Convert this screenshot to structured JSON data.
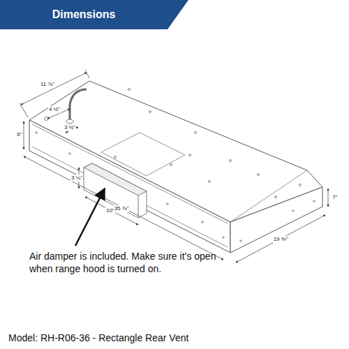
{
  "diagram": {
    "title": "Dimensions",
    "caption": "Model: RH-R06-36 - Rectangle Rear Vent",
    "labels": [
      "11 ⅞\"",
      "4 ½\"",
      "3 ½\"",
      "6\"",
      "3 ¼\"",
      "10\"",
      "35 ⅞\"",
      "19 ⅝\"",
      "7\"",
      "Air damper is included. Make sure it’s open when range hood is turned on."
    ]
  }
}
